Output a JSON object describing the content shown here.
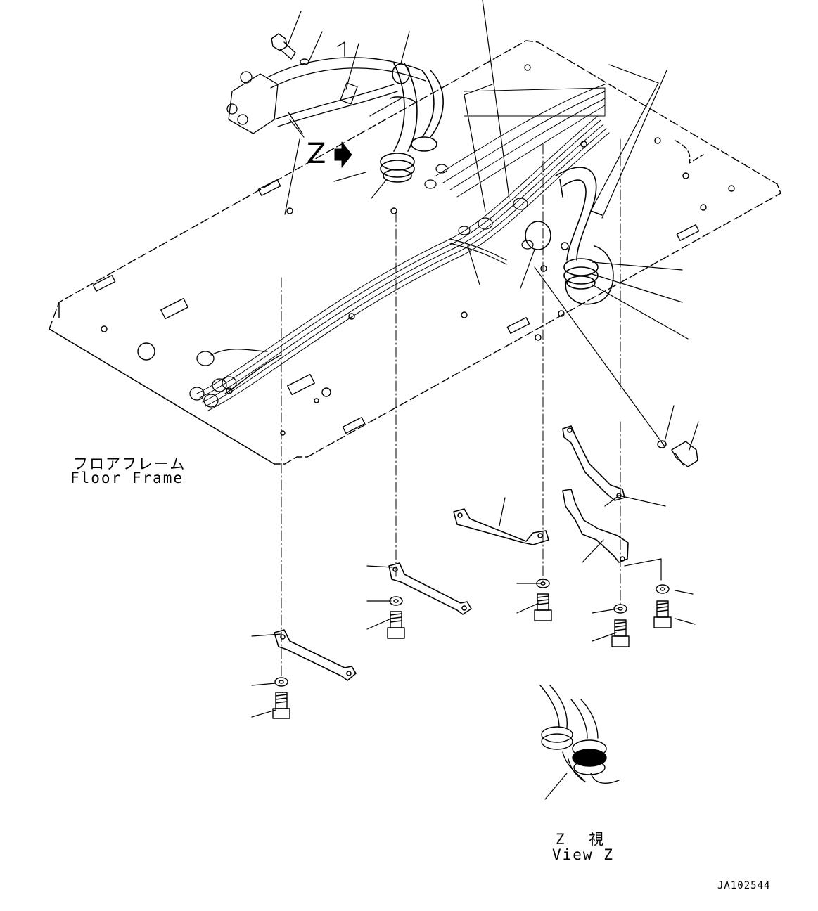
{
  "labels": {
    "floor_frame_jp": "フロアフレーム",
    "floor_frame_en": "Floor Frame",
    "view_z_jp": "Z 視",
    "view_z_en": "View Z",
    "view_marker": "Z",
    "drawing_code": "JA102544"
  }
}
